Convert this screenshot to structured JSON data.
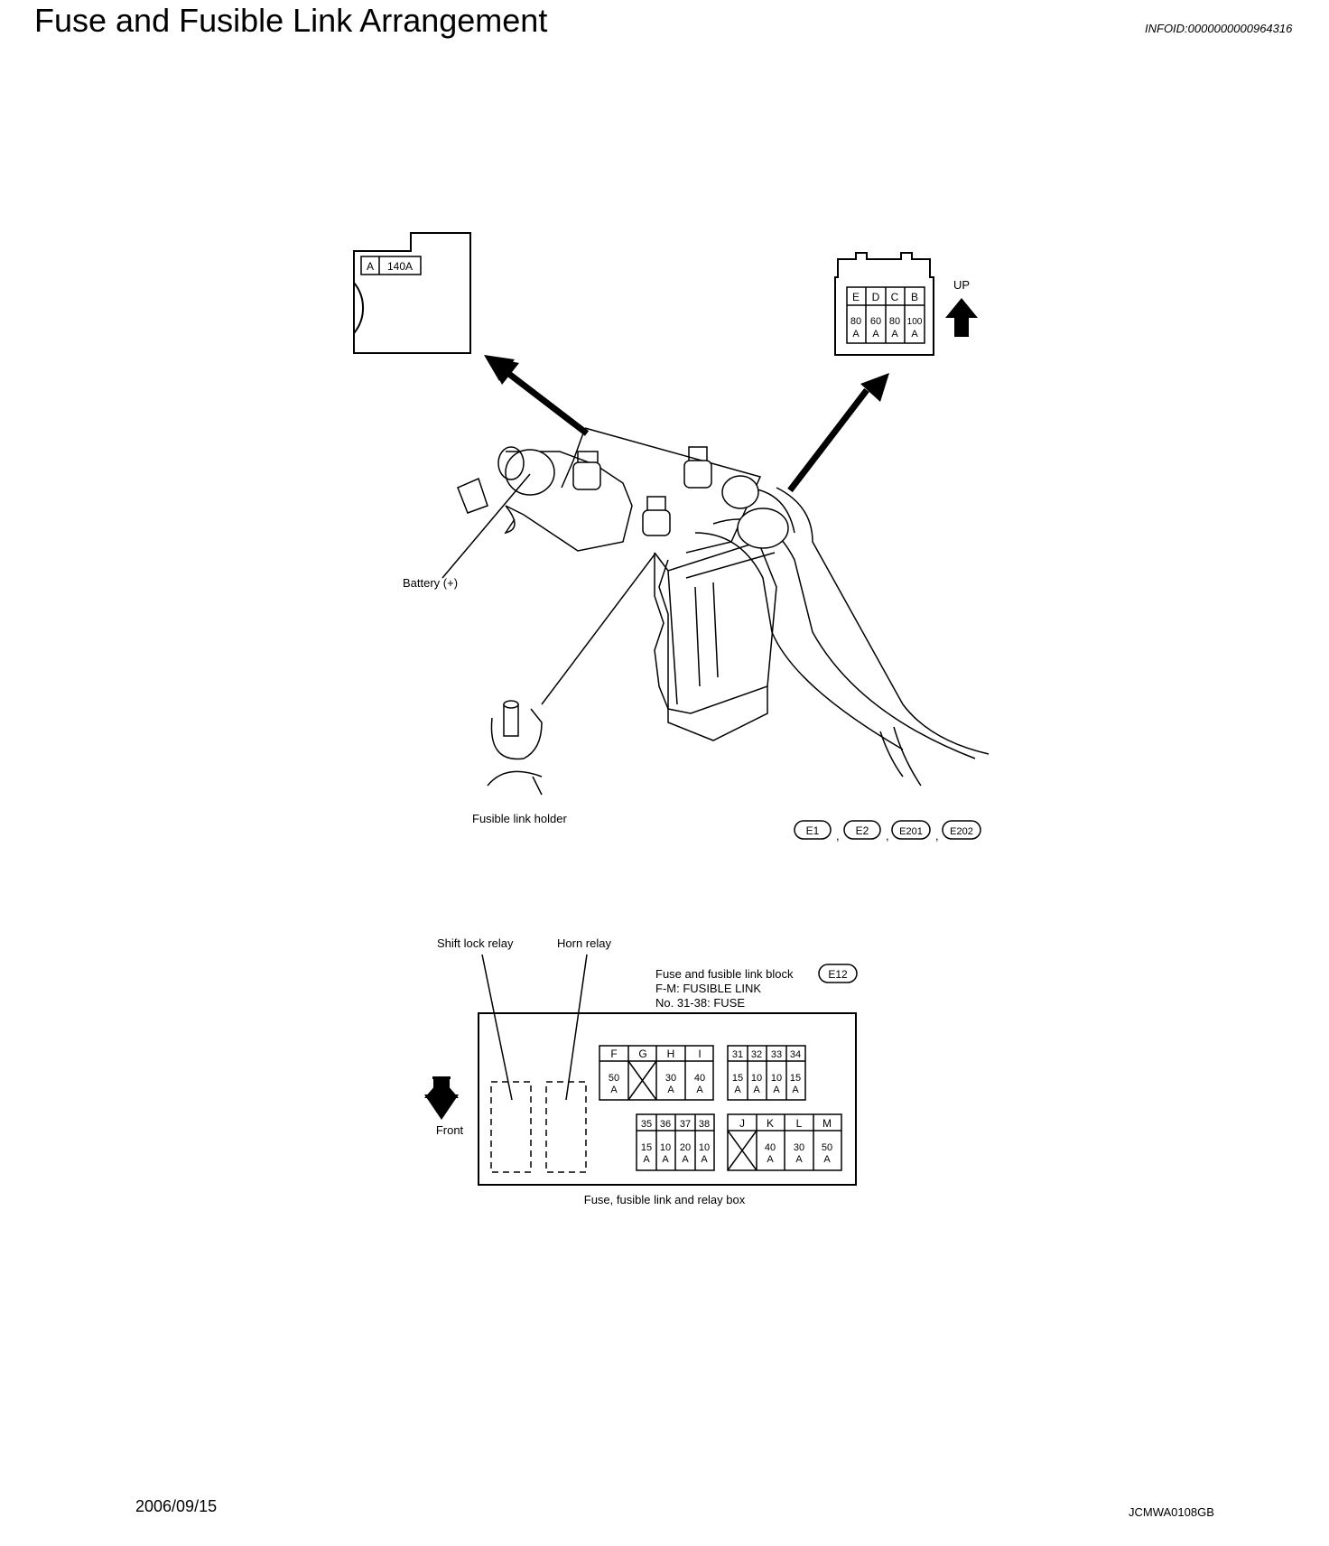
{
  "title": "Fuse and Fusible Link Arrangement",
  "info_id": "INFOID:0000000000964316",
  "top_diagram": {
    "fusible_link_a": {
      "letter": "A",
      "rating": "140A"
    },
    "fusible_link_block": {
      "letters": [
        "E",
        "D",
        "C",
        "B"
      ],
      "ratings": [
        [
          "80",
          "A"
        ],
        [
          "60",
          "A"
        ],
        [
          "80",
          "A"
        ],
        [
          "100",
          "A"
        ]
      ],
      "up_label": "UP"
    },
    "battery_label": "Battery (+)",
    "holder_label": "Fusible link holder",
    "connectors": [
      "E1",
      "E2",
      "E201",
      "E202"
    ],
    "connector_separator": ","
  },
  "bottom_diagram": {
    "shift_lock_relay": "Shift lock relay",
    "horn_relay": "Horn relay",
    "block_title": "Fuse and fusible link block",
    "block_connector": "E12",
    "block_line2": "F-M: FUSIBLE LINK",
    "block_line3": "No. 31-38: FUSE",
    "front_label": "Front",
    "box_label": "Fuse, fusible link and relay box",
    "row1_links": {
      "letters": [
        "F",
        "G",
        "H",
        "I"
      ],
      "ratings": [
        [
          "50",
          "A"
        ],
        null,
        [
          "30",
          "A"
        ],
        [
          "40",
          "A"
        ]
      ]
    },
    "row1_fuses": {
      "numbers": [
        "31",
        "32",
        "33",
        "34"
      ],
      "ratings": [
        [
          "15",
          "A"
        ],
        [
          "10",
          "A"
        ],
        [
          "10",
          "A"
        ],
        [
          "15",
          "A"
        ]
      ]
    },
    "row2_fuses": {
      "numbers": [
        "35",
        "36",
        "37",
        "38"
      ],
      "ratings": [
        [
          "15",
          "A"
        ],
        [
          "10",
          "A"
        ],
        [
          "20",
          "A"
        ],
        [
          "10",
          "A"
        ]
      ]
    },
    "row2_links": {
      "letters": [
        "J",
        "K",
        "L",
        "M"
      ],
      "ratings": [
        null,
        [
          "40",
          "A"
        ],
        [
          "30",
          "A"
        ],
        [
          "50",
          "A"
        ]
      ]
    }
  },
  "footer": {
    "date": "2006/09/15",
    "code": "JCMWA0108GB"
  }
}
